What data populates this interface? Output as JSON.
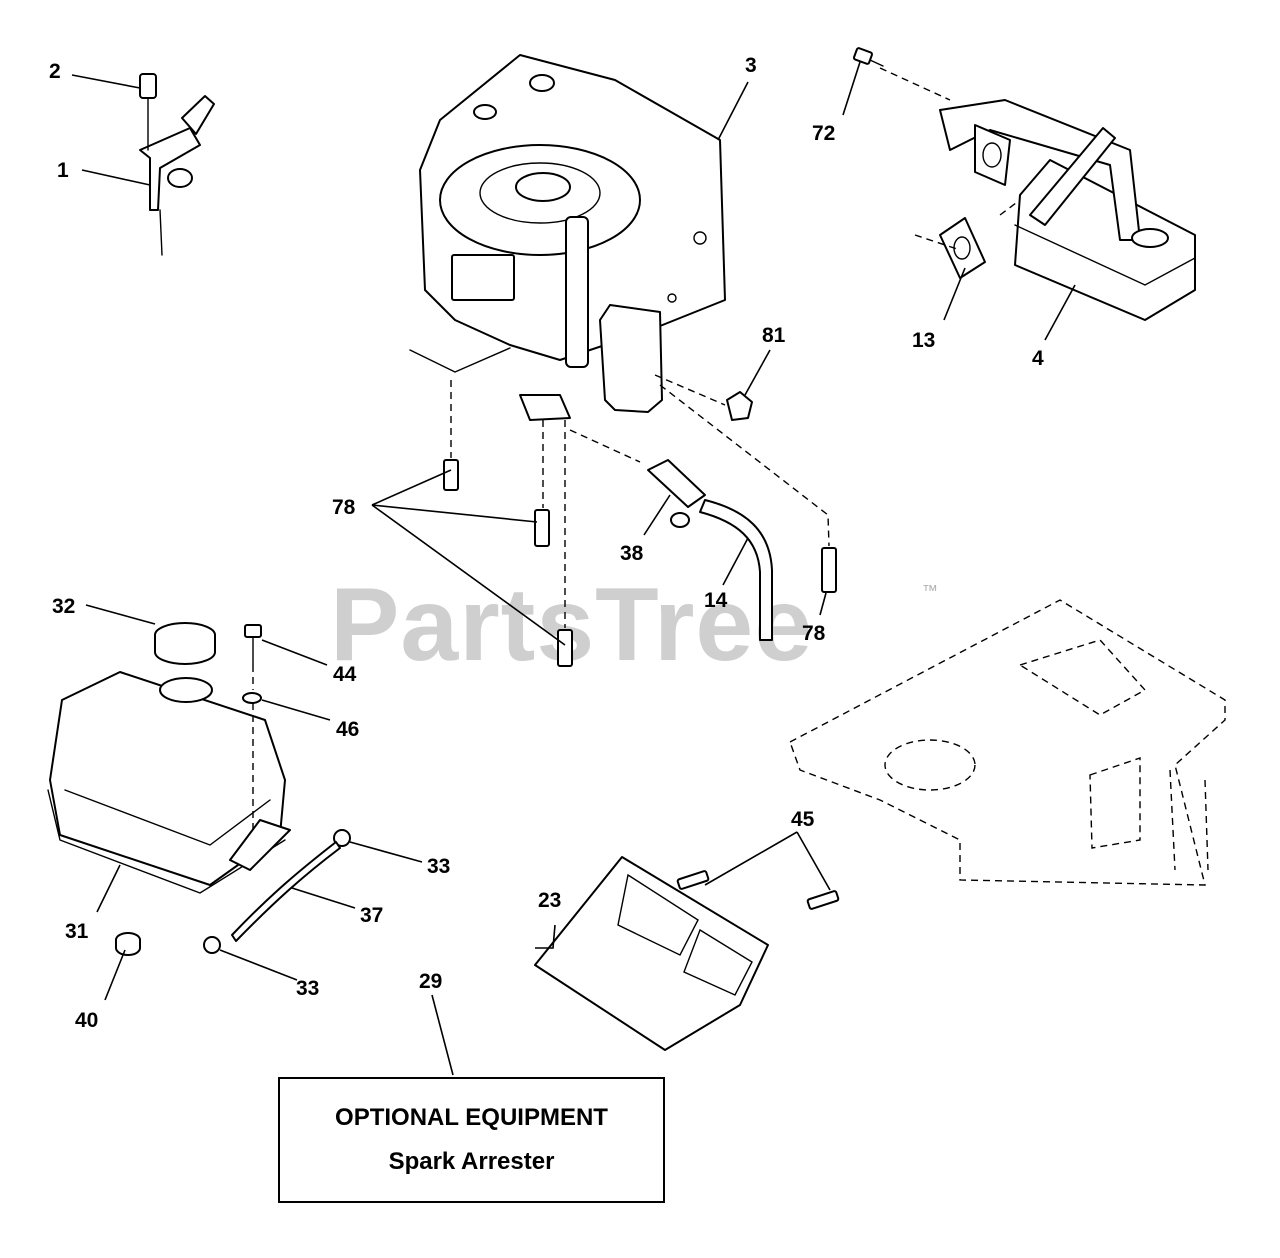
{
  "watermark": {
    "text": "PartsTree",
    "trademark": "™"
  },
  "callouts": [
    {
      "id": "c1",
      "label": "1"
    },
    {
      "id": "c2",
      "label": "2"
    },
    {
      "id": "c3",
      "label": "3"
    },
    {
      "id": "c4",
      "label": "4"
    },
    {
      "id": "c13",
      "label": "13"
    },
    {
      "id": "c14",
      "label": "14"
    },
    {
      "id": "c23",
      "label": "23"
    },
    {
      "id": "c29",
      "label": "29"
    },
    {
      "id": "c31",
      "label": "31"
    },
    {
      "id": "c32",
      "label": "32"
    },
    {
      "id": "c33a",
      "label": "33"
    },
    {
      "id": "c33b",
      "label": "33"
    },
    {
      "id": "c37",
      "label": "37"
    },
    {
      "id": "c38",
      "label": "38"
    },
    {
      "id": "c40",
      "label": "40"
    },
    {
      "id": "c44",
      "label": "44"
    },
    {
      "id": "c45",
      "label": "45"
    },
    {
      "id": "c46",
      "label": "46"
    },
    {
      "id": "c72",
      "label": "72"
    },
    {
      "id": "c78a",
      "label": "78"
    },
    {
      "id": "c78b",
      "label": "78"
    },
    {
      "id": "c81",
      "label": "81"
    }
  ],
  "optional_equipment": {
    "title": "OPTIONAL EQUIPMENT",
    "subtitle": "Spark Arrester"
  }
}
